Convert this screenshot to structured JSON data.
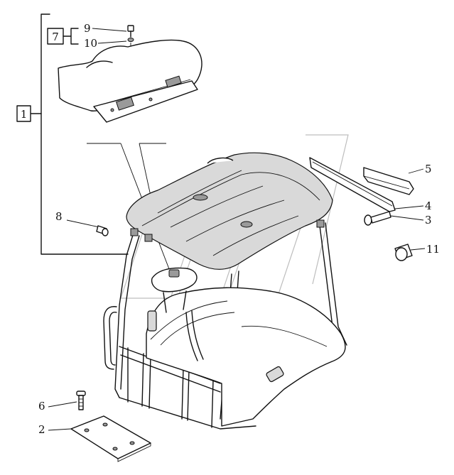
{
  "callouts": {
    "c1": "1",
    "c2": "2",
    "c3": "3",
    "c4": "4",
    "c5": "5",
    "c6": "6",
    "c7": "7",
    "c8": "8",
    "c9": "9",
    "c10": "10",
    "c11": "11"
  },
  "colors": {
    "line": "#111111",
    "shade": "#d9d9d9",
    "watermark": "#bdbdbd"
  }
}
